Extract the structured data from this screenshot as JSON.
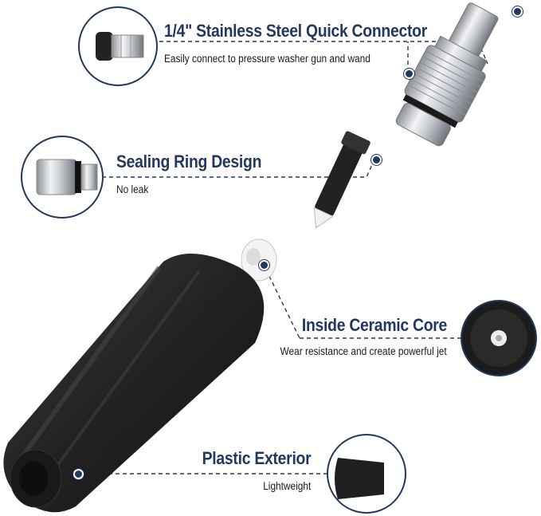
{
  "callouts": {
    "connector": {
      "title": "1/4\" Stainless Steel Quick Connector",
      "subtitle": "Easily connect to pressure washer gun and wand"
    },
    "sealing": {
      "title": "Sealing Ring Design",
      "subtitle": "No leak"
    },
    "ceramic": {
      "title": "Inside Ceramic Core",
      "subtitle": "Wear resistance and create powerful jet"
    },
    "exterior": {
      "title": "Plastic Exterior",
      "subtitle": "Lightweight"
    }
  },
  "colors": {
    "accent": "#23385f",
    "body": "#1f1f1f",
    "steel": "#b8bcc2"
  }
}
